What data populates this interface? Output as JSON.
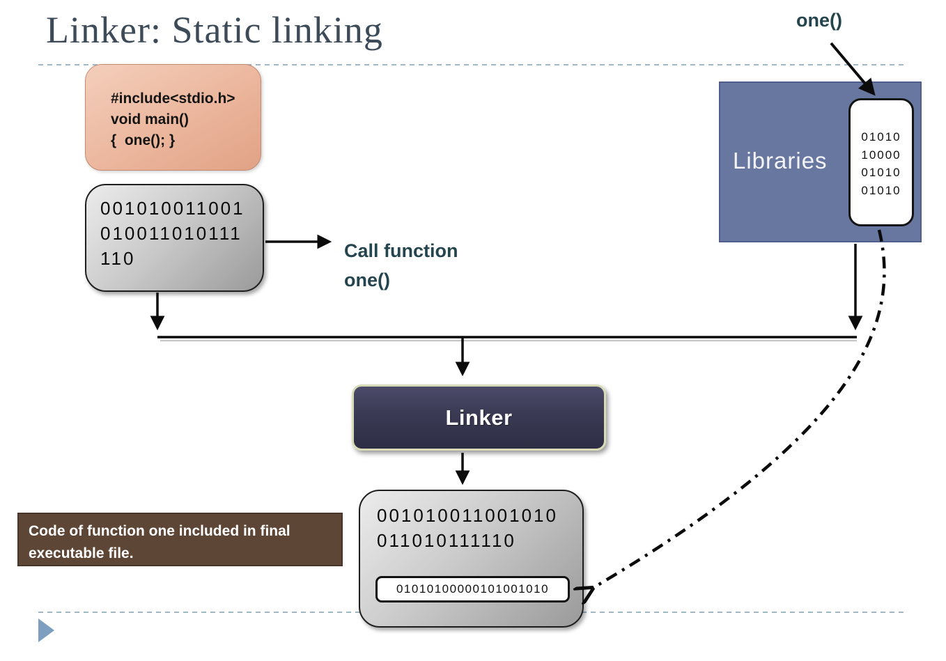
{
  "title": "Linker: Static linking",
  "source_box": {
    "lines": [
      "#include<stdio.h>",
      "void main()",
      "{  one(); }"
    ]
  },
  "object_box": {
    "lines": [
      "001010011001",
      "010011010111",
      "110"
    ]
  },
  "call_label": {
    "lines": [
      "Call function",
      "one()"
    ]
  },
  "one_label": "one()",
  "libraries": {
    "label": "Libraries",
    "binary_lines": [
      "01010",
      "10000",
      "01010",
      "01010"
    ]
  },
  "linker": {
    "label": "Linker"
  },
  "executable": {
    "lines": [
      "001010011001010",
      "011010111110"
    ],
    "inset_line": "01010100000101001010"
  },
  "caption": "Code of function one included in final executable file.",
  "palette": {
    "title_color": "#3d4b59",
    "teal_text": "#24444e",
    "salmon_fill": "#ecb89f",
    "gray_fill": "#c9c9c9",
    "libraries_fill": "#6877a0",
    "linker_fill": "#3a3a54",
    "linker_border": "#d9dab6",
    "brown_fill": "#5e4637",
    "dashed_rule": "#9fb8c4",
    "footer_triangle": "#7e9ec0",
    "arrow": "#0b0b0b"
  }
}
